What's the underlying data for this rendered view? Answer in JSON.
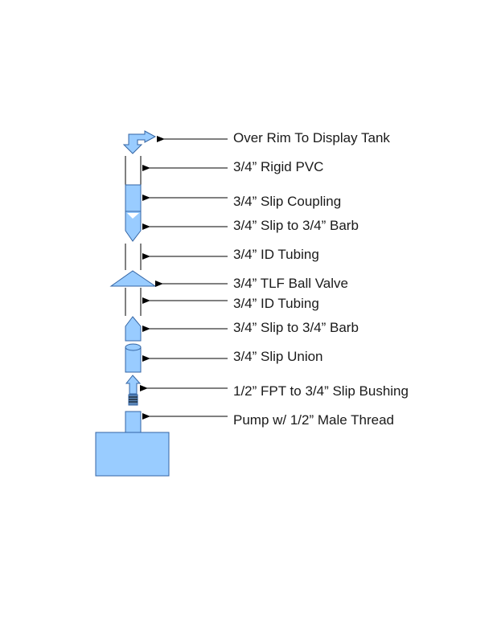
{
  "colors": {
    "part_fill": "#99ccff",
    "part_stroke": "#3465a4",
    "text": "#1a1a1a"
  },
  "labels": [
    {
      "id": "over-rim",
      "text": "Over Rim To Display Tank"
    },
    {
      "id": "rigid-pvc",
      "text": "3/4” Rigid PVC"
    },
    {
      "id": "slip-coupling",
      "text": "3/4” Slip Coupling"
    },
    {
      "id": "slip-barb-top",
      "text": "3/4” Slip to 3/4” Barb"
    },
    {
      "id": "tubing-top",
      "text": "3/4” ID Tubing"
    },
    {
      "id": "ball-valve",
      "text": "3/4” TLF Ball Valve"
    },
    {
      "id": "tubing-bottom",
      "text": "3/4” ID Tubing"
    },
    {
      "id": "slip-barb-bottom",
      "text": "3/4” Slip to 3/4” Barb"
    },
    {
      "id": "slip-union",
      "text": "3/4” Slip Union"
    },
    {
      "id": "bushing",
      "text": "1/2” FPT to 3/4” Slip Bushing"
    },
    {
      "id": "pump-thread",
      "text": "Pump w/ 1/2” Male Thread"
    }
  ]
}
